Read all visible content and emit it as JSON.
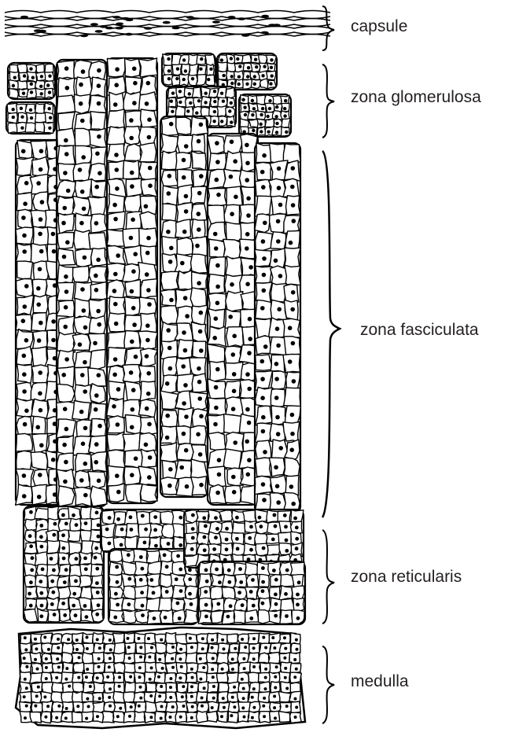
{
  "labels": {
    "capsule": "capsule",
    "zona_glomerulosa": "zona glomerulosa",
    "zona_fasciculata": "zona fasciculata",
    "zona_reticularis": "zona reticularis",
    "medulla": "medulla"
  },
  "colors": {
    "ink": "#000000",
    "cell_fill": "#ffffff",
    "label_text": "#231f20"
  }
}
